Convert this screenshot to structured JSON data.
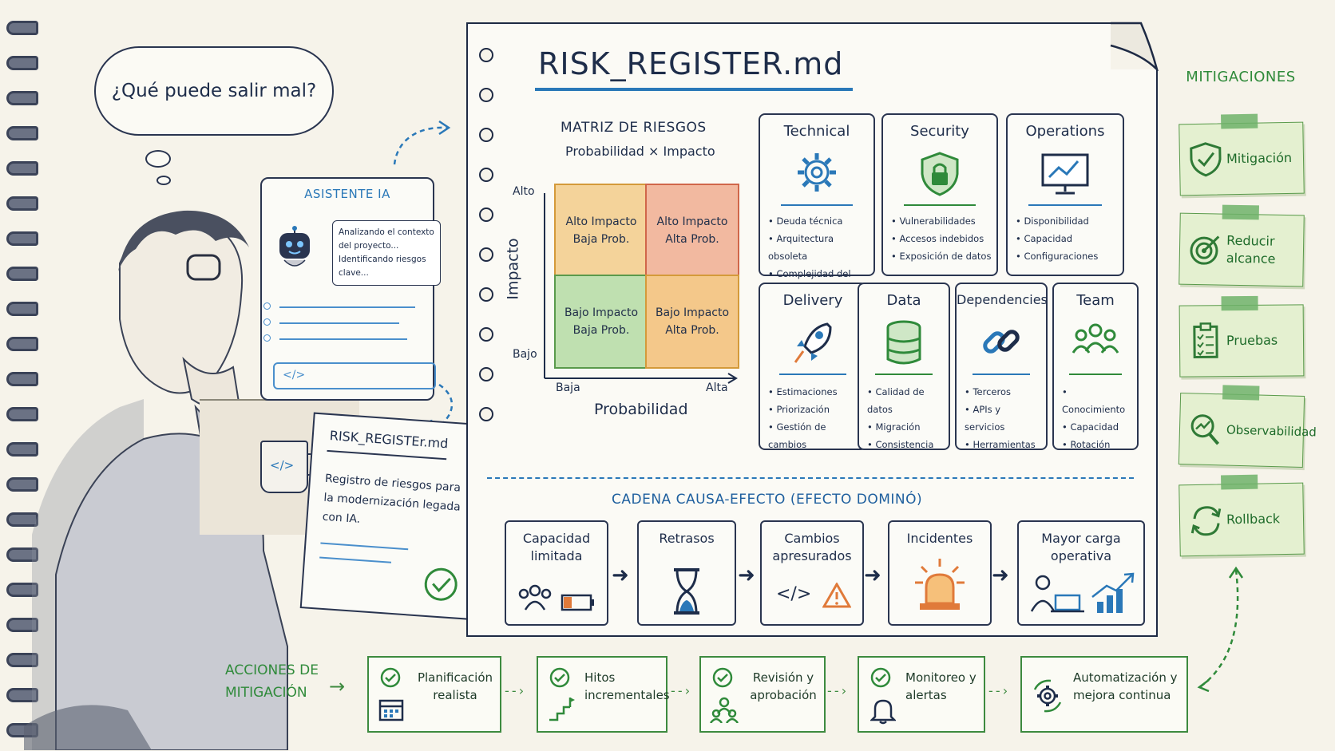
{
  "thought_bubble": "¿Qué puede salir mal?",
  "assistant": {
    "title": "ASISTENTE IA",
    "message": "Analizando el contexto del proyecto... Identificando riesgos clave...",
    "code_glyph": "</>"
  },
  "desk_document": {
    "title": "RISK_REGISTEr.md",
    "body": "Registro de riesgos para la modernización legada con IA."
  },
  "mug_glyph": "</>",
  "register": {
    "title": "RISK_REGISTER.md",
    "matrix": {
      "title": "MATRIZ DE RIESGOS",
      "subtitle": "Probabilidad × Impacto",
      "y_axis": "Impacto",
      "x_axis": "Probabilidad",
      "y_high": "Alto",
      "y_low": "Bajo",
      "x_low": "Baja",
      "x_high": "Alta",
      "cells": {
        "top_left": "Alto Impacto Baja Prob.",
        "top_right": "Alto Impacto Alta Prob.",
        "bottom_left": "Bajo Impacto Baja Prob.",
        "bottom_right": "Bajo Impacto Alta Prob."
      }
    },
    "categories": [
      {
        "title": "Technical",
        "icon": "gear-icon",
        "items": [
          "Deuda técnica",
          "Arquitectura obsoleta",
          "Complejidad del código"
        ]
      },
      {
        "title": "Security",
        "icon": "shield-lock-icon",
        "items": [
          "Vulnerabilidades",
          "Accesos indebidos",
          "Exposición de datos"
        ]
      },
      {
        "title": "Operations",
        "icon": "monitor-chart-icon",
        "items": [
          "Disponibilidad",
          "Capacidad",
          "Configuraciones"
        ]
      },
      {
        "title": "Delivery",
        "icon": "rocket-icon",
        "items": [
          "Estimaciones",
          "Priorización",
          "Gestión de cambios"
        ]
      },
      {
        "title": "Data",
        "icon": "database-icon",
        "items": [
          "Calidad de datos",
          "Migración",
          "Consistencia"
        ]
      },
      {
        "title": "Dependencies",
        "icon": "chain-link-icon",
        "items": [
          "Terceros",
          "APIs y servicios",
          "Herramientas"
        ]
      },
      {
        "title": "Team",
        "icon": "people-icon",
        "items": [
          "Conocimiento",
          "Capacidad",
          "Rotación"
        ]
      }
    ],
    "chain": {
      "title": "CADENA CAUSA-EFECTO (EFECTO DOMINÓ)",
      "steps": [
        {
          "label": "Capacidad limitada",
          "icon": "people-battery-icon"
        },
        {
          "label": "Retrasos",
          "icon": "hourglass-icon"
        },
        {
          "label": "Cambios apresurados",
          "icon": "code-warning-icon",
          "glyph": "</>"
        },
        {
          "label": "Incidentes",
          "icon": "alarm-light-icon"
        },
        {
          "label": "Mayor carga operativa",
          "icon": "person-laptop-chart-icon"
        }
      ]
    }
  },
  "mitigations": {
    "title": "MITIGACIONES",
    "items": [
      {
        "label": "Mitigación",
        "icon": "shield-check-icon"
      },
      {
        "label": "Reducir alcance",
        "icon": "target-icon"
      },
      {
        "label": "Pruebas",
        "icon": "clipboard-checklist-icon"
      },
      {
        "label": "Observabilidad",
        "icon": "magnifier-chart-icon"
      },
      {
        "label": "Rollback",
        "icon": "cycle-arrows-icon"
      }
    ]
  },
  "actions": {
    "title": "ACCIONES DE MITIGACIÓN",
    "items": [
      {
        "label": "Planificación realista",
        "icon": "calendar-icon"
      },
      {
        "label": "Hitos incrementales",
        "icon": "stairs-flag-icon"
      },
      {
        "label": "Revisión y aprobación",
        "icon": "review-people-icon"
      },
      {
        "label": "Monitoreo y alertas",
        "icon": "bell-icon"
      },
      {
        "label": "Automatización y mejora continua",
        "icon": "gear-cycle-icon"
      }
    ]
  },
  "colors": {
    "ink": "#1e2d4a",
    "blue": "#2a78b8",
    "green": "#2f8a3a",
    "high_risk": "#f2b9a0",
    "medium_risk": "#f4d39a",
    "low_risk": "#bfe0b0"
  }
}
